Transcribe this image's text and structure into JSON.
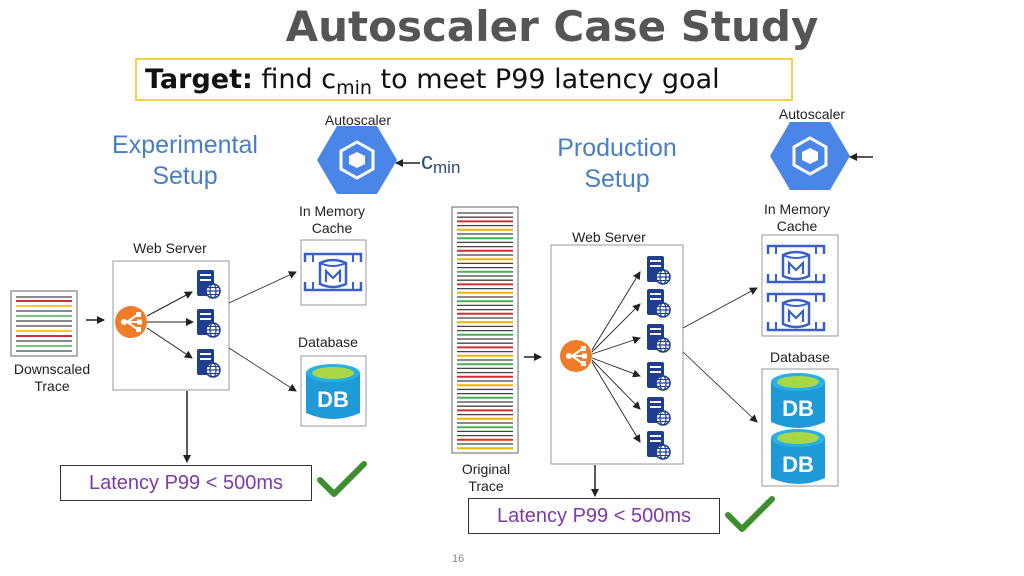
{
  "title": "Autoscaler Case Study",
  "target": {
    "bold": "Target:",
    "text_before": "find c",
    "subscript": "min",
    "text_after": "to meet P99 latency goal"
  },
  "experimental": {
    "setup_line1": "Experimental",
    "setup_line2": "Setup",
    "autoscaler_label": "Autoscaler",
    "cmin_base": "c",
    "cmin_sub": "min",
    "cache_line1": "In Memory",
    "cache_line2": "Cache",
    "webserver_label": "Web Server",
    "database_label": "Database",
    "trace_line1": "Downscaled",
    "trace_line2": "Trace",
    "latency": "Latency P99 < 500ms"
  },
  "production": {
    "setup_line1": "Production",
    "setup_line2": "Setup",
    "autoscaler_label": "Autoscaler",
    "cache_line1": "In Memory",
    "cache_line2": "Cache",
    "webserver_label": "Web Server",
    "database_label": "Database",
    "trace_line1": "Original",
    "trace_line2": "Trace",
    "latency": "Latency P99 < 500ms"
  },
  "icons": {
    "autoscaler": "hexagon-cube-icon",
    "load_balancer": "load-balancer-icon",
    "server": "server-globe-icon",
    "cache": "memcache-icon",
    "database": "database-icon",
    "check": "checkmark-icon"
  },
  "colors": {
    "title": "#555555",
    "target_border": "#f2d24b",
    "setup_text": "#4a7ec2",
    "latency_text": "#7b3aa5",
    "autoscaler_fill": "#4a86e8",
    "load_balancer_fill": "#f07c2a",
    "server_fill": "#1e3f8f",
    "cache_fill": "#3a5fc8",
    "database_fill": "#1e9ad6",
    "check": "#3f8f2f"
  },
  "page_number": "16"
}
